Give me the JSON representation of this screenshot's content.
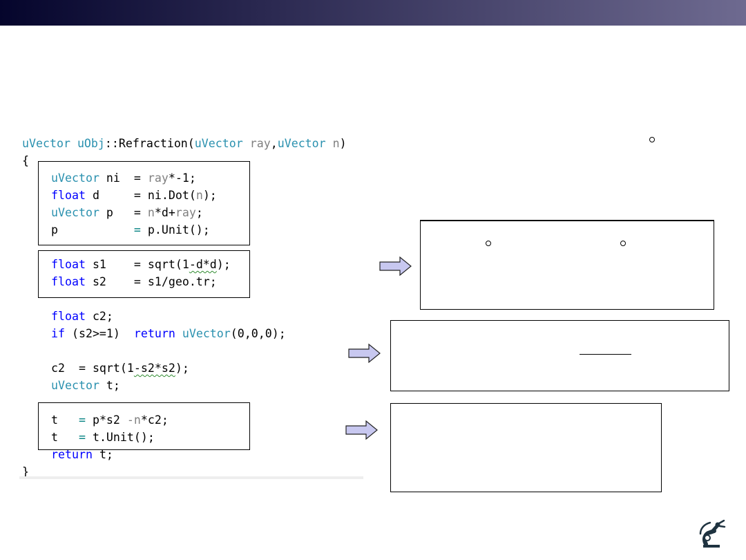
{
  "slide": {
    "header_bar_colors": [
      "#05052c",
      "#2a2850",
      "#6e6a90"
    ]
  },
  "code": {
    "line1": {
      "ret_type": "uVector",
      "class_name": "uObj",
      "scope": "::",
      "method": "Refraction",
      "open_paren": "(",
      "p1_type": "uVector",
      "p1_name": "ray",
      "comma": ",",
      "p2_type": "uVector",
      "p2_name": "n",
      "close_paren": ")"
    },
    "line2": {
      "text": "{"
    },
    "line3": {
      "type": "uVector",
      "name": " ni  ",
      "op": "= ",
      "v1": "ray",
      "v2": "*-1;"
    },
    "line4": {
      "type": "float",
      "name": " d     ",
      "op": "= ",
      "v1": "ni.Dot(",
      "v2": "n",
      "v3": ");"
    },
    "line5": {
      "type": "uVector",
      "name": " p   ",
      "op": "= ",
      "v1": "n",
      "v2": "*d+",
      "v3": "ray",
      "v4": ";"
    },
    "line6": {
      "name": "p           ",
      "op": "= ",
      "v1": "p.Unit();"
    },
    "line7": {
      "type": "float",
      "name": " s1    ",
      "op": "= ",
      "v1": "sqrt(1",
      "v2": "-d*d",
      "v3": ");"
    },
    "line8": {
      "type": "float",
      "name": " s2    ",
      "op": "= ",
      "v1": "s1/geo.tr;"
    },
    "line9": {
      "type": "float",
      "name": " c2;"
    },
    "line10": {
      "kw_if": "if",
      "cond": " (s2>=1)  ",
      "kw_return": "return",
      "space": " ",
      "type": "uVector",
      "args": "(0,0,0);"
    },
    "line11": {
      "name": "c2  = sqrt(1",
      "v1": "-s2*s2",
      "v2": ");"
    },
    "line12": {
      "type": "uVector",
      "name": " t;"
    },
    "line13": {
      "name": "t   ",
      "op": "= ",
      "v1": "p*s2 ",
      "v2": "-n",
      "v3": "*c2;"
    },
    "line14": {
      "name": "t   ",
      "op": "= ",
      "v1": "t.Unit();"
    },
    "line15": {
      "kw_return": "return",
      "v1": " t;"
    },
    "line16": {
      "text": "}"
    }
  },
  "colors": {
    "keyword": "#0000ff",
    "type": "#2b91af",
    "param": "#808080",
    "operator": "#008080",
    "arrow_fill": "#c8c8f0",
    "squiggle": "#2e8b2e"
  },
  "icons": {
    "callout_arrow": "right-arrow-icon",
    "logo": "robot-arm-logo-icon"
  }
}
